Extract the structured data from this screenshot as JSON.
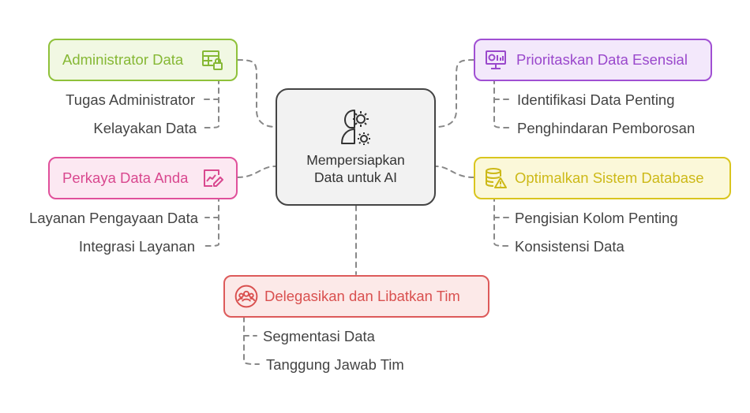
{
  "center": {
    "line1": "Mempersiapkan",
    "line2": "Data untuk AI",
    "icon": "head-gear-icon"
  },
  "branches": {
    "admin": {
      "label": "Administrator Data",
      "icon": "table-lock-icon",
      "color": "#8fc13a",
      "bg": "#f1f8e3",
      "items": [
        "Tugas Administrator",
        "Kelayakan Data"
      ]
    },
    "enrich": {
      "label": "Perkaya Data Anda",
      "icon": "edit-chart-icon",
      "color": "#e0509b",
      "bg": "#fce8f2",
      "items": [
        "Layanan Pengayaan Data",
        "Integrasi Layanan"
      ]
    },
    "prior": {
      "label": "Prioritaskan Data Esensial",
      "icon": "monitor-chart-icon",
      "color": "#a04fd3",
      "bg": "#f3e8fb",
      "items": [
        "Identifikasi Data Penting",
        "Penghindaran Pemborosan"
      ]
    },
    "optim": {
      "label": "Optimalkan Sistem Database",
      "icon": "database-warning-icon",
      "color": "#d9c51e",
      "bg": "#fbf8d9",
      "items": [
        "Pengisian Kolom Penting",
        "Konsistensi Data"
      ]
    },
    "deleg": {
      "label": "Delegasikan dan Libatkan Tim",
      "icon": "team-icon",
      "color": "#dd5a5a",
      "bg": "#fce9e8",
      "items": [
        "Segmentasi Data",
        "Tanggung Jawab Tim"
      ]
    }
  }
}
